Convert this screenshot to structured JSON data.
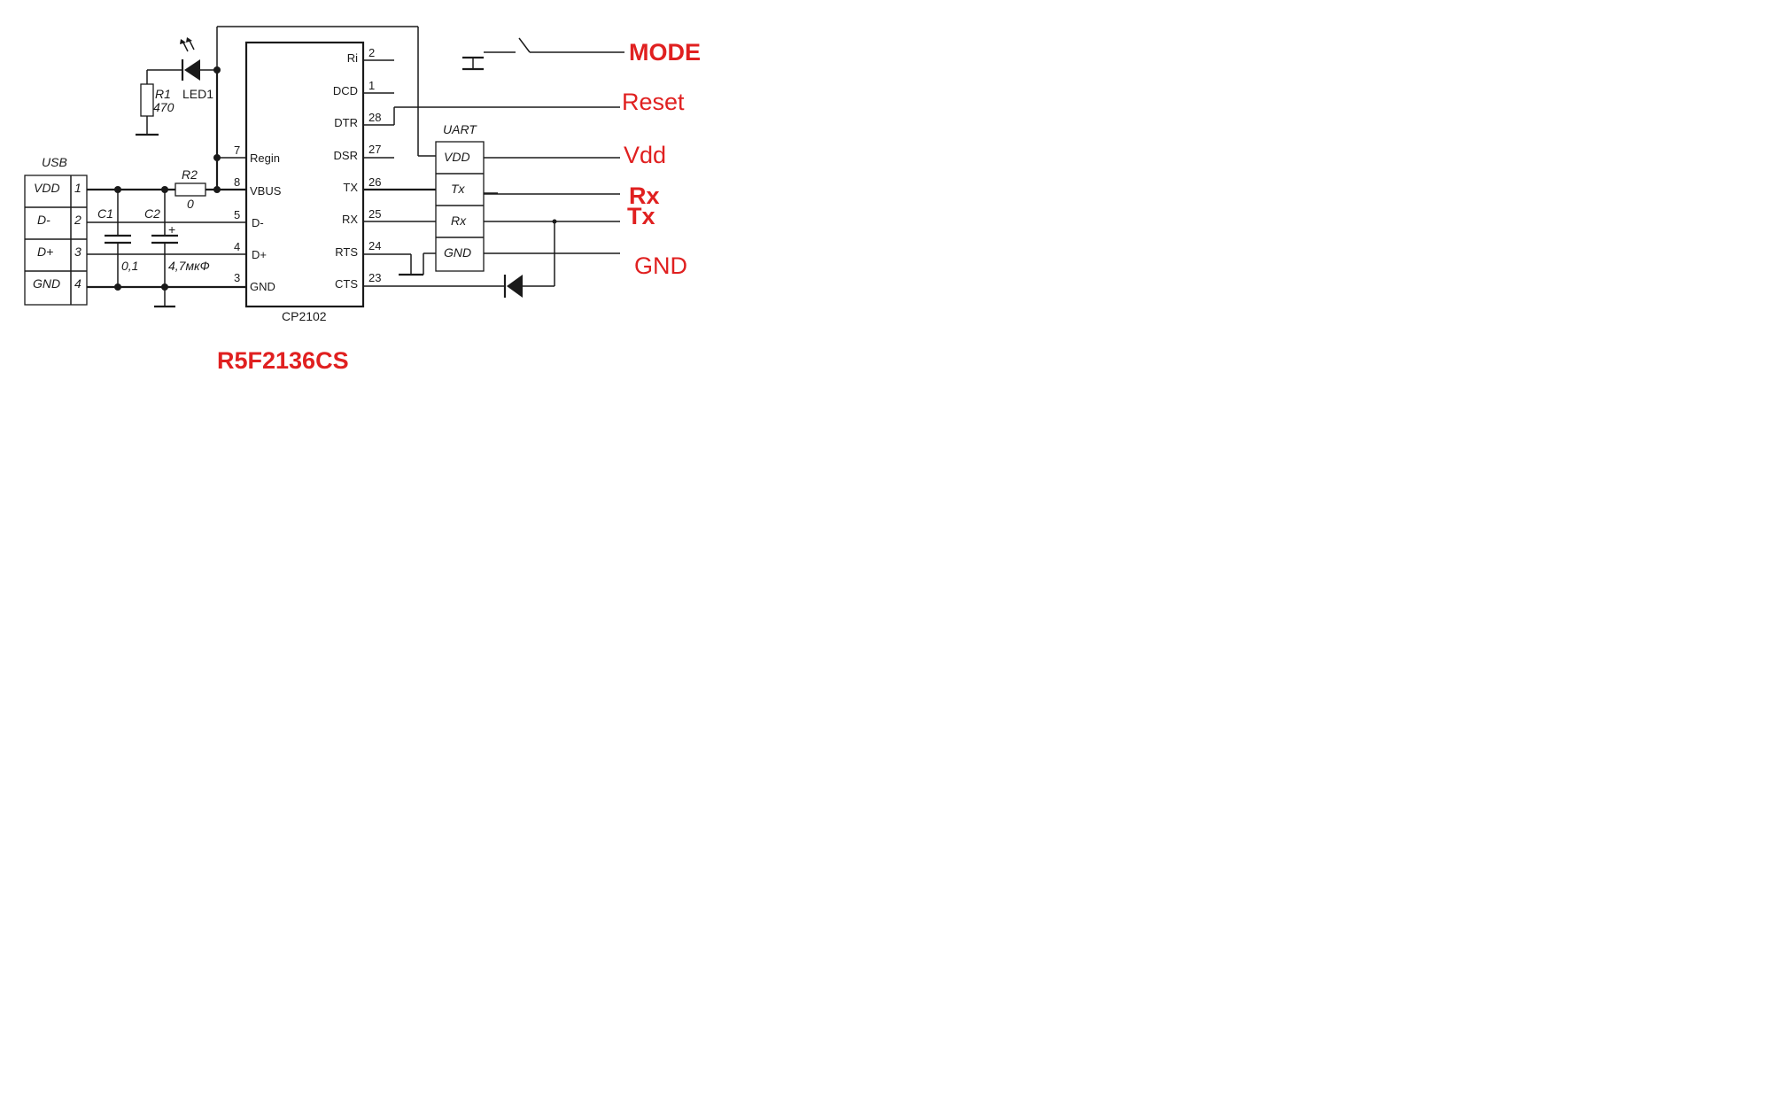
{
  "usb": {
    "title": "USB",
    "pins": [
      {
        "name": "VDD",
        "num": "1"
      },
      {
        "name": "D-",
        "num": "2"
      },
      {
        "name": "D+",
        "num": "3"
      },
      {
        "name": "GND",
        "num": "4"
      }
    ]
  },
  "components": {
    "c1_name": "C1",
    "c1_value": "0,1",
    "c2_name": "C2",
    "c2_value": "4,7мкФ",
    "c2_polarity": "+",
    "r1_name": "R1",
    "r1_value": "470",
    "r2_name": "R2",
    "r2_value": "0",
    "led_name": "LED1"
  },
  "chip": {
    "name": "CP2102",
    "left_pins": [
      {
        "name": "Regin",
        "num": "7"
      },
      {
        "name": "VBUS",
        "num": "8"
      },
      {
        "name": "D-",
        "num": "5"
      },
      {
        "name": "D+",
        "num": "4"
      },
      {
        "name": "GND",
        "num": "3"
      }
    ],
    "right_pins": [
      {
        "name": "Ri",
        "num": "2"
      },
      {
        "name": "DCD",
        "num": "1"
      },
      {
        "name": "DTR",
        "num": "28"
      },
      {
        "name": "DSR",
        "num": "27"
      },
      {
        "name": "TX",
        "num": "26"
      },
      {
        "name": "RX",
        "num": "25"
      },
      {
        "name": "RTS",
        "num": "24"
      },
      {
        "name": "CTS",
        "num": "23"
      }
    ]
  },
  "uart": {
    "title": "UART",
    "pins": [
      "VDD",
      "Tx",
      "Rx",
      "GND"
    ]
  },
  "signals": {
    "mode": "MODE",
    "reset": "Reset",
    "vdd": "Vdd",
    "rx": "Rx",
    "tx": "Tx",
    "gnd": "GND"
  },
  "caption": "R5F2136CS",
  "colors": {
    "annotation": "#e02020",
    "line": "#1a1a1a"
  }
}
